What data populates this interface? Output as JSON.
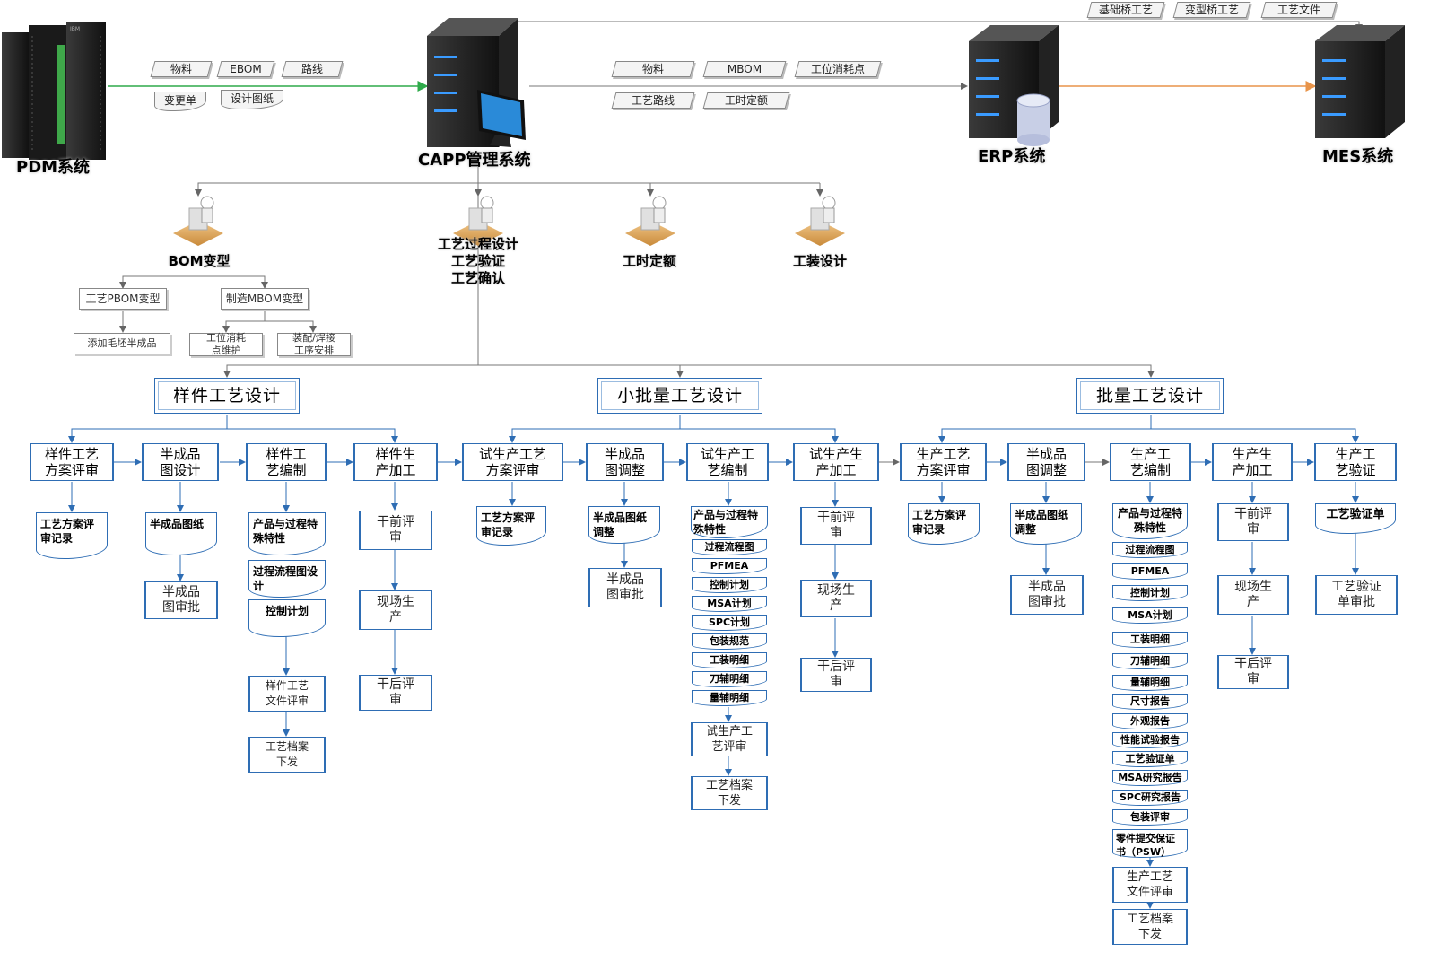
{
  "systems": {
    "pdm": "PDM系统",
    "capp": "CAPP管理系统",
    "erp": "ERP系统",
    "mes": "MES系统"
  },
  "flows": {
    "pdm_to_capp": [
      "物料",
      "EBOM",
      "路线",
      "变更单",
      "设计图纸"
    ],
    "capp_to_erp": [
      "物料",
      "MBOM",
      "工位消耗点",
      "工艺路线",
      "工时定额"
    ],
    "capp_to_mes": [
      "基础桥工艺",
      "变型桥工艺",
      "工艺文件"
    ]
  },
  "roles": {
    "bom": "BOM变型",
    "process_design": [
      "工艺过程设计",
      "工艺验证",
      "工艺确认"
    ],
    "labor": "工时定额",
    "tooling": "工装设计"
  },
  "bom_tree": {
    "pbom": "工艺PBOM变型",
    "mbom": "制造MBOM变型",
    "blank": "添加毛坯半成品",
    "station": [
      "工位消耗",
      "点维护"
    ],
    "assembly": [
      "装配/焊接",
      "工序安排"
    ]
  },
  "phases": {
    "sample": "样件工艺设计",
    "small": "小批量工艺设计",
    "batch": "批量工艺设计"
  },
  "sample_lane": {
    "steps": [
      [
        "样件工艺",
        "方案评审"
      ],
      [
        "半成品",
        "图设计"
      ],
      [
        "样件工",
        "艺编制"
      ],
      [
        "样件生",
        "产加工"
      ]
    ],
    "docs": {
      "plan_record": "工艺方案评审记录",
      "semi_drawing": "半成品图纸",
      "feature": "产品与过程特殊特性",
      "flowchart": "过程流程图设计",
      "control": "控制计划"
    },
    "subs": {
      "semi_approve": [
        "半成品",
        "图审批"
      ],
      "file_review": [
        "样件工艺",
        "文件评审"
      ],
      "archive": [
        "工艺档案",
        "下发"
      ],
      "pre": [
        "干前评",
        "审"
      ],
      "onsite": [
        "现场生",
        "产"
      ],
      "post": [
        "干后评",
        "审"
      ]
    }
  },
  "small_lane": {
    "steps": [
      [
        "试生产工艺",
        "方案评审"
      ],
      [
        "半成品",
        "图调整"
      ],
      [
        "试生产工",
        "艺编制"
      ],
      [
        "试生产生",
        "产加工"
      ]
    ],
    "docs": {
      "plan_record": "工艺方案评审记录",
      "semi_adjust": "半成品图纸调整",
      "feature": "产品与过程特殊特性"
    },
    "chips": [
      "过程流程图",
      "PFMEA",
      "控制计划",
      "MSA计划",
      "SPC计划",
      "包装规范",
      "工装明细",
      "刀辅明细",
      "量辅明细"
    ],
    "subs": {
      "semi_approve": [
        "半成品",
        "图审批"
      ],
      "file_review": [
        "试生产工",
        "艺评审"
      ],
      "archive": [
        "工艺档案",
        "下发"
      ],
      "pre": [
        "干前评",
        "审"
      ],
      "onsite": [
        "现场生",
        "产"
      ],
      "post": [
        "干后评",
        "审"
      ]
    }
  },
  "batch_lane": {
    "steps": [
      [
        "生产工艺",
        "方案评审"
      ],
      [
        "半成品",
        "图调整"
      ],
      [
        "生产工",
        "艺编制"
      ],
      [
        "生产生",
        "产加工"
      ],
      [
        "生产工",
        "艺验证"
      ]
    ],
    "docs": {
      "plan_record": "工艺方案评审记录",
      "semi_adjust": "半成品图纸调整",
      "feature": "产品与过程特殊特性",
      "verify_doc": "工艺验证单",
      "psw": "零件提交保证书（PSW）"
    },
    "chips": [
      "过程流程图",
      "PFMEA",
      "控制计划",
      "MSA计划",
      "工装明细",
      "刀辅明细",
      "量辅明细",
      "尺寸报告",
      "外观报告",
      "性能试验报告",
      "工艺验证单",
      "MSA研究报告",
      "SPC研究报告",
      "包装评审"
    ],
    "subs": {
      "semi_approve": [
        "半成品",
        "图审批"
      ],
      "file_review": [
        "生产工艺",
        "文件评审"
      ],
      "archive": [
        "工艺档案",
        "下发"
      ],
      "pre": [
        "干前评",
        "审"
      ],
      "onsite": [
        "现场生",
        "产"
      ],
      "post": [
        "干后评",
        "审"
      ],
      "verify_approve": [
        "工艺验证",
        "单审批"
      ]
    }
  },
  "colors": {
    "blue": "#2e6db4",
    "green": "#2eaa4a",
    "orange": "#e8944a",
    "gray": "#777777"
  }
}
